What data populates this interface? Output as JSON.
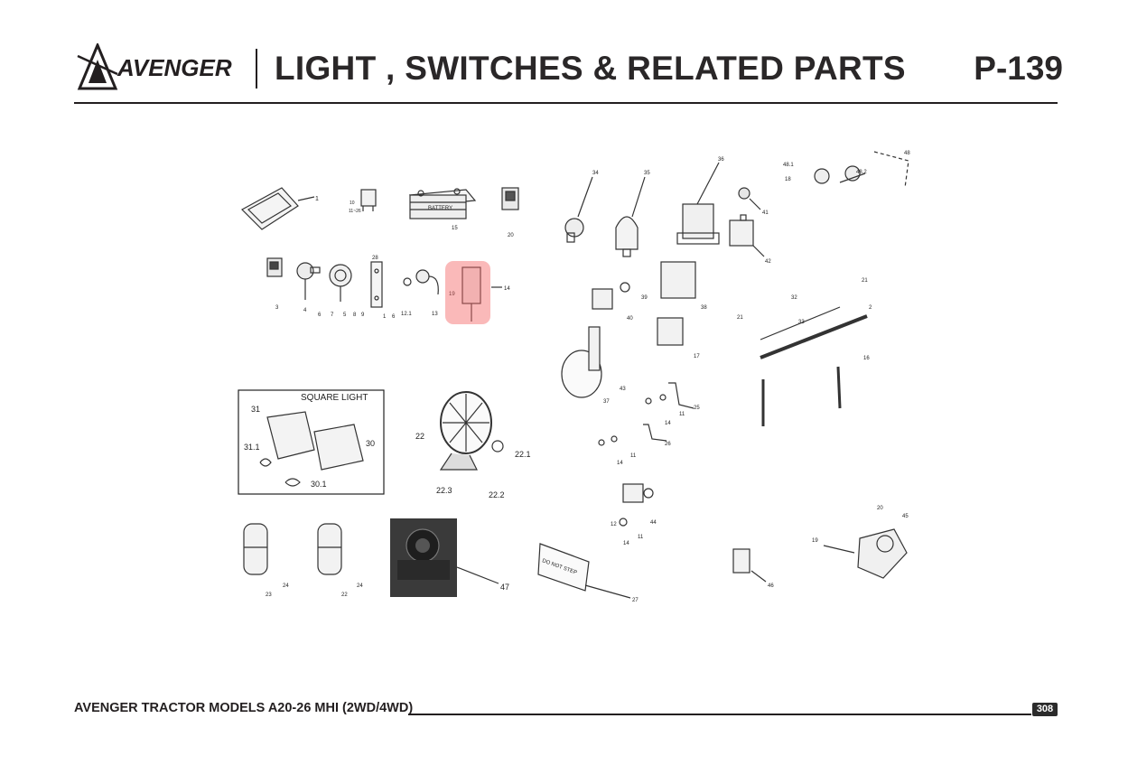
{
  "header": {
    "brand": "AVENGER",
    "title": "LIGHT , SWITCHES & RELATED PARTS",
    "page_code": "P-139"
  },
  "diagram": {
    "square_light_caption": "SQUARE LIGHT",
    "do_not_step_text": "DO NOT STEP",
    "battery_text": "BATTERY",
    "callouts": {
      "c1": "1",
      "c10": "10",
      "c11": "11~26",
      "c15": "15",
      "c20": "20",
      "c3": "3",
      "c4": "4",
      "c6": "6",
      "c7": "7",
      "c5": "5",
      "c8": "8",
      "c9": "9",
      "c28": "28",
      "c1a": "1",
      "c1b": "6",
      "c12_1": "12.1",
      "c13": "13",
      "c19": "19",
      "c14": "14",
      "c34": "34",
      "c35": "35",
      "c36": "36",
      "c41": "41",
      "c42": "42",
      "c48_1": "48.1",
      "c18": "18",
      "c48_2": "48.2",
      "c48": "48",
      "c39": "39",
      "c40": "40",
      "c38": "38",
      "c17": "17",
      "c32": "32",
      "c21a": "21",
      "c21b": "21",
      "c33": "33",
      "c2": "2",
      "c16": "16",
      "c43": "43",
      "c37": "37",
      "c25": "25",
      "c14b": "14",
      "c11b": "11",
      "c26": "26",
      "c11c": "11",
      "c14c": "14",
      "c31": "31",
      "c30": "30",
      "c31_1": "31.1",
      "c30_1": "30.1",
      "c22": "22",
      "c22_1": "22.1",
      "c22_3": "22.3",
      "c22_2": "22.2",
      "c44": "44",
      "c12": "12",
      "c11d": "11",
      "c14d": "14",
      "c23": "23",
      "c24a": "24",
      "c22b": "22",
      "c24b": "24",
      "c47": "47",
      "c27": "27",
      "c46": "46",
      "c20b": "20",
      "c45": "45",
      "c19b": "19"
    }
  },
  "footer": {
    "model_text": "AVENGER TRACTOR MODELS A20-26 MHI (2WD/4WD)",
    "page_number": "308"
  }
}
